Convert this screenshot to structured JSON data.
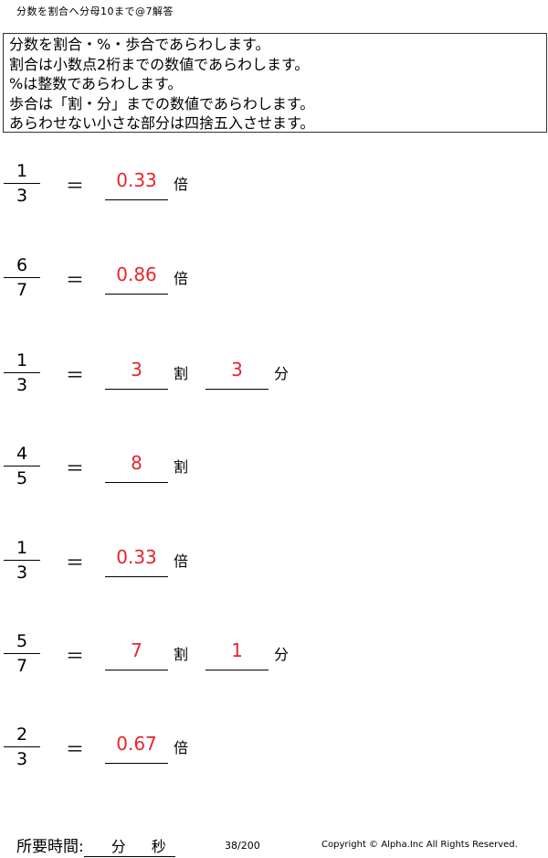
{
  "header": {
    "title": "分数を割合へ分母10まで@7解答"
  },
  "instructions": [
    "分数を割合・%・歩合であらわします。",
    "割合は小数点2桁までの数値であらわします。",
    "%は整数であらわします。",
    "歩合は「割・分」までの数値であらわします。",
    "あらわせない小さな部分は四捨五入させます。"
  ],
  "equals_sign": "＝",
  "problems": [
    {
      "numerator": "1",
      "denominator": "3",
      "answer1": "0.33",
      "unit1": "倍"
    },
    {
      "numerator": "6",
      "denominator": "7",
      "answer1": "0.86",
      "unit1": "倍"
    },
    {
      "numerator": "1",
      "denominator": "3",
      "answer1": "3",
      "unit1": "割",
      "answer2": "3",
      "unit2": "分"
    },
    {
      "numerator": "4",
      "denominator": "5",
      "answer1": "8",
      "unit1": "割"
    },
    {
      "numerator": "1",
      "denominator": "3",
      "answer1": "0.33",
      "unit1": "倍"
    },
    {
      "numerator": "5",
      "denominator": "7",
      "answer1": "7",
      "unit1": "割",
      "answer2": "1",
      "unit2": "分"
    },
    {
      "numerator": "2",
      "denominator": "3",
      "answer1": "0.67",
      "unit1": "倍"
    }
  ],
  "footer": {
    "time_label": "所要時間:",
    "minutes_label": "分",
    "seconds_label": "秒",
    "page_number": "38/200",
    "copyright": "Copyright ©  Alpha.Inc All Rights Reserved."
  },
  "colors": {
    "answer": "#e8252e"
  }
}
